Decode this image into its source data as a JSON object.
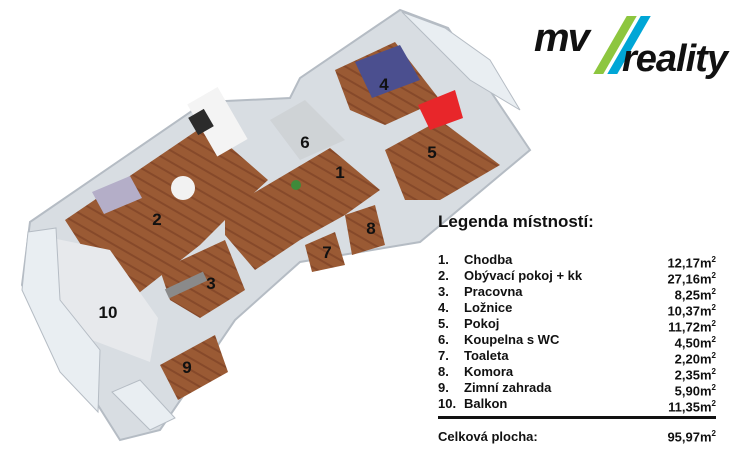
{
  "logo": {
    "part1": "mv",
    "part2": "reality",
    "slash_colors": [
      "#8dc63f",
      "#00a6d6"
    ]
  },
  "plan": {
    "room_labels": [
      "1",
      "2",
      "3",
      "4",
      "5",
      "6",
      "7",
      "8",
      "9",
      "10"
    ]
  },
  "legend": {
    "title": "Legenda místností:",
    "rooms": [
      {
        "index": "1.",
        "name": "Chodba",
        "area": "12,17m",
        "unit_exp": "2"
      },
      {
        "index": "2.",
        "name": "Obývací pokoj + kk",
        "area": "27,16m",
        "unit_exp": "2"
      },
      {
        "index": "3.",
        "name": "Pracovna",
        "area": "8,25m",
        "unit_exp": "2"
      },
      {
        "index": "4.",
        "name": "Ložnice",
        "area": "10,37m",
        "unit_exp": "2"
      },
      {
        "index": "5.",
        "name": "Pokoj",
        "area": "11,72m",
        "unit_exp": "2"
      },
      {
        "index": "6.",
        "name": "Koupelna s WC",
        "area": "4,50m",
        "unit_exp": "2"
      },
      {
        "index": "7.",
        "name": "Toaleta",
        "area": "2,20m",
        "unit_exp": "2"
      },
      {
        "index": "8.",
        "name": "Komora",
        "area": "2,35m",
        "unit_exp": "2"
      },
      {
        "index": "9.",
        "name": "Zimní zahrada",
        "area": "5,90m",
        "unit_exp": "2"
      },
      {
        "index": "10.",
        "name": "Balkon",
        "area": "11,35m",
        "unit_exp": "2"
      }
    ],
    "total_label": "Celková plocha:",
    "total_area": "95,97m",
    "total_unit_exp": "2"
  },
  "colors": {
    "floor": "#9a5a34",
    "wall": "#d8dde2",
    "wall_shadow": "#b5bcc4",
    "sofa": "#b4aec8",
    "bed": "#4b4f8f",
    "red_bed": "#e8262a",
    "glass": "#e9eef2"
  }
}
